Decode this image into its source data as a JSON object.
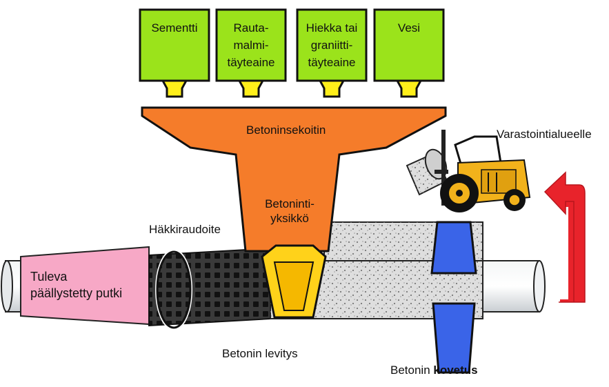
{
  "colors": {
    "hopper_green": "#9be31b",
    "hopper_nozzle": "#ffef1a",
    "mixer_orange": "#f57c2a",
    "feed_yellow": "#ffd21a",
    "incoming_pipe_pink": "#f7a8c6",
    "pipe_gray": "#e8ecef",
    "coated_pipe": "#dcdcdc",
    "curing_blue": "#3a64e8",
    "return_arrow_red": "#e8232b",
    "tractor_yellow": "#f2b21b"
  },
  "hoppers": [
    {
      "label": "Sementti"
    },
    {
      "label": "Rauta-\nmalmi-\ntäyteaine"
    },
    {
      "label": "Hiekka tai\ngraniitti-\ntäyteaine"
    },
    {
      "label": "Vesi"
    }
  ],
  "labels": {
    "mixer": "Betoninsekoitin",
    "unit_line1": "Betoninti-",
    "unit_line2": "yksikkö",
    "cage": "Häkkiraudoite",
    "incoming_line1": "Tuleva",
    "incoming_line2": "päällystetty putki",
    "spreading": "Betonin levitys",
    "curing_prefix": "Betonin ",
    "curing_bold": "kovetus",
    "storage": "Varastointialueelle"
  }
}
